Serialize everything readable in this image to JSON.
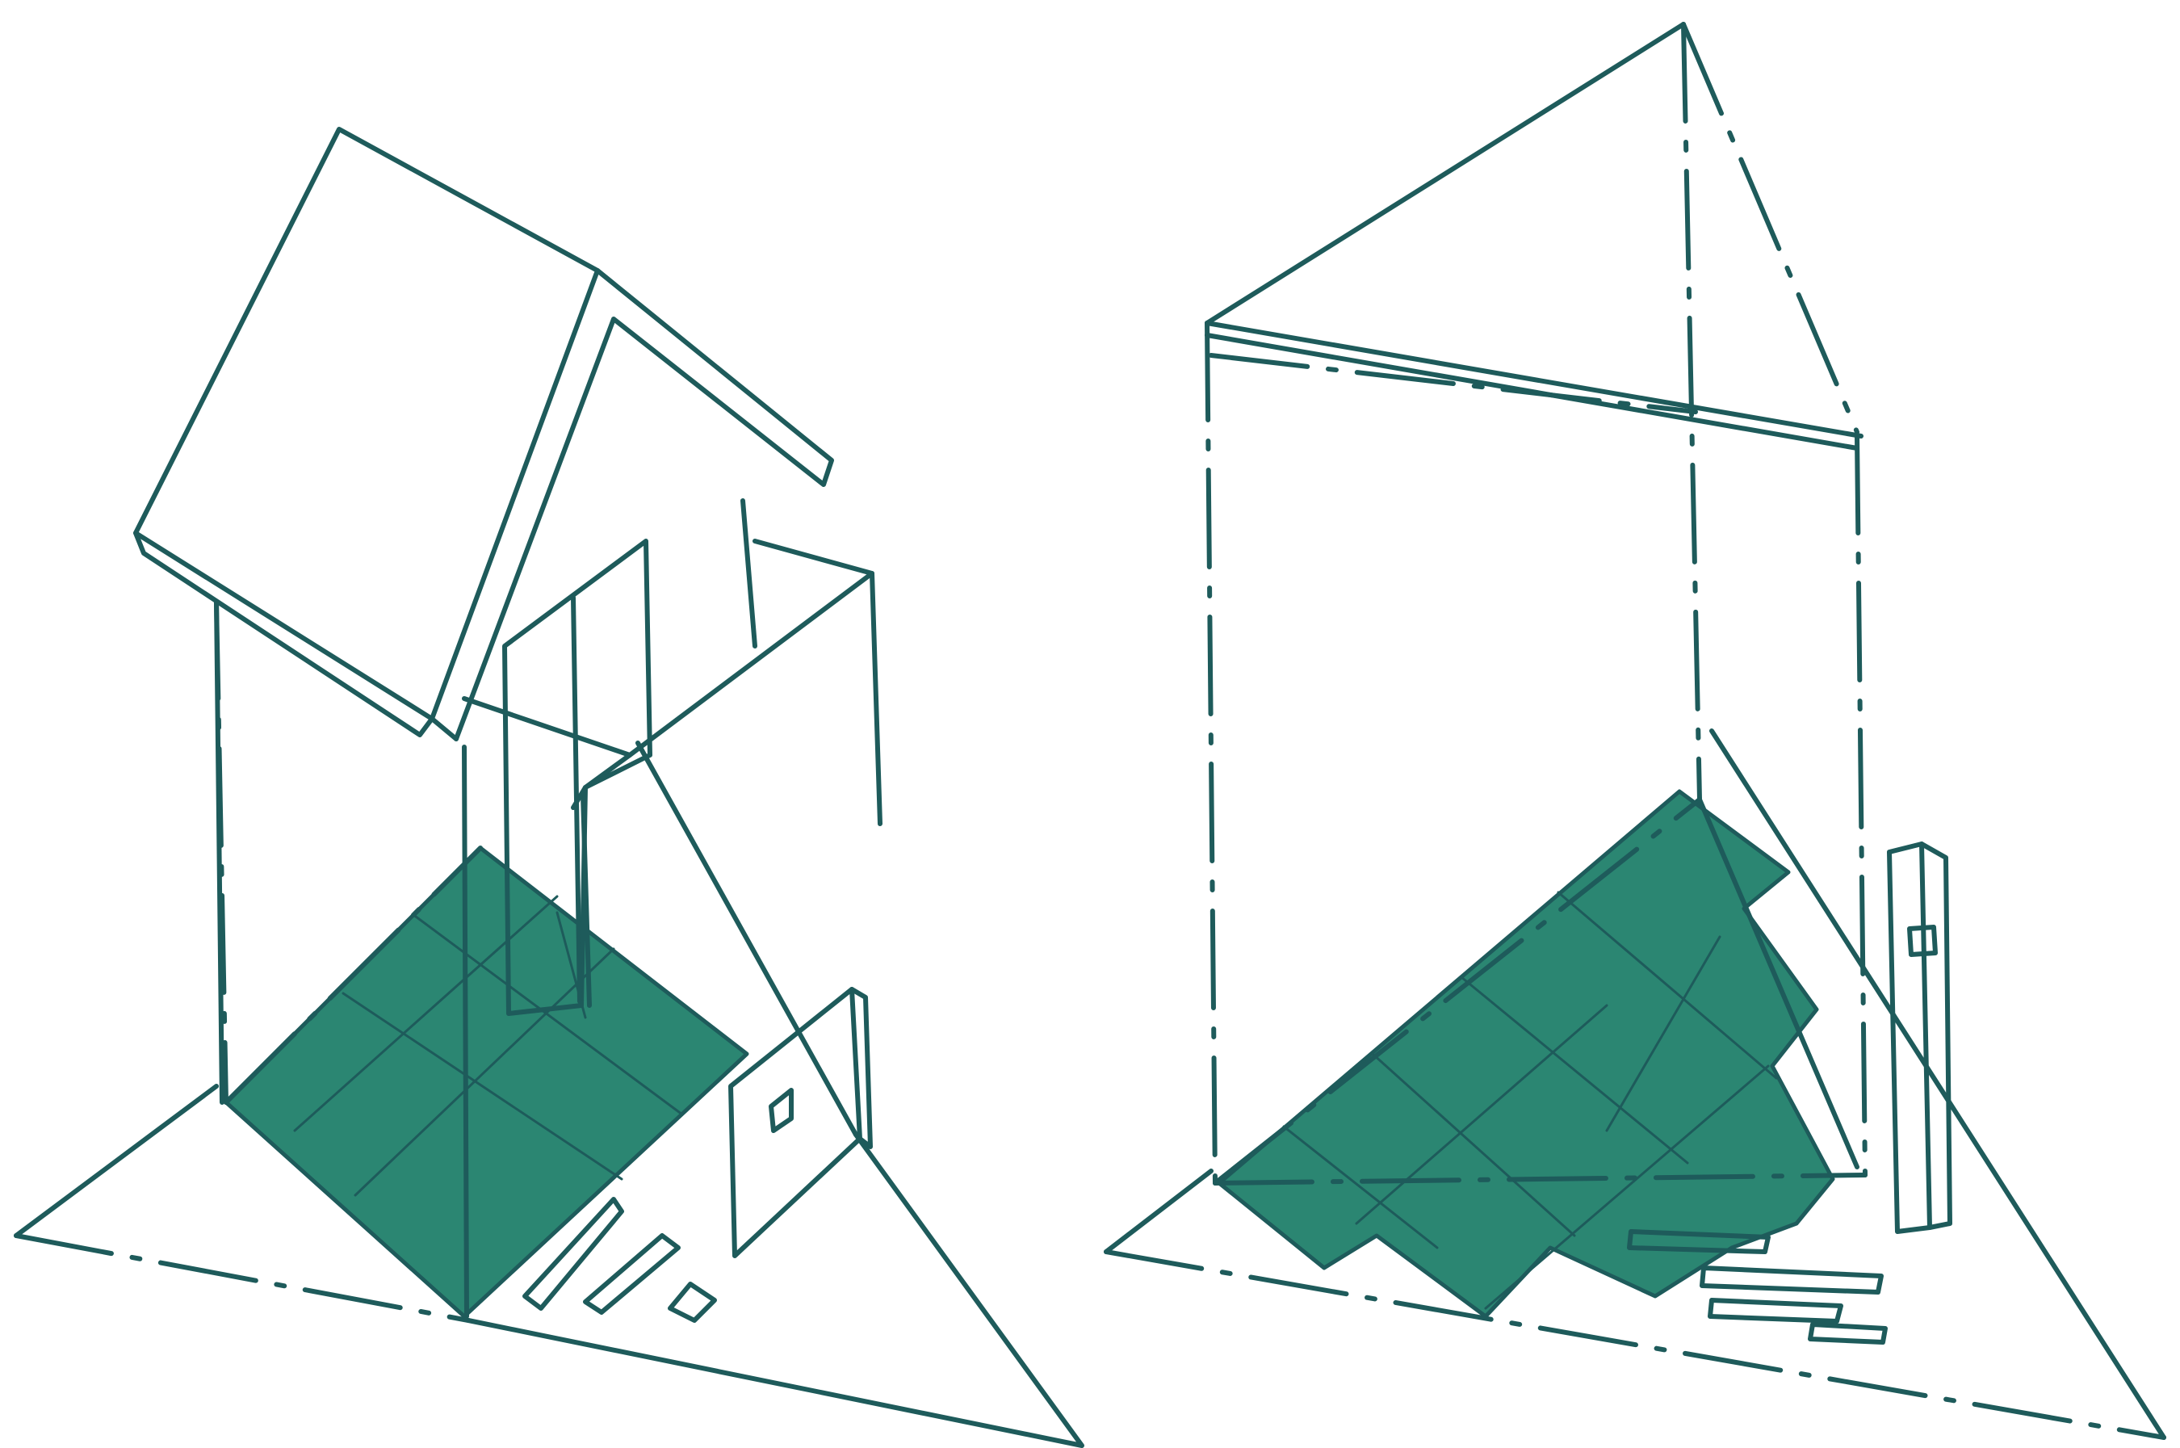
{
  "colors": {
    "ink": "#1e5b5b",
    "fill": "#2b8672",
    "background": "#ffffff"
  },
  "figures": [
    {
      "name": "left-drawing",
      "subject": "house-with-gable-roof"
    },
    {
      "name": "right-drawing",
      "subject": "triangular-prism-volume"
    }
  ]
}
